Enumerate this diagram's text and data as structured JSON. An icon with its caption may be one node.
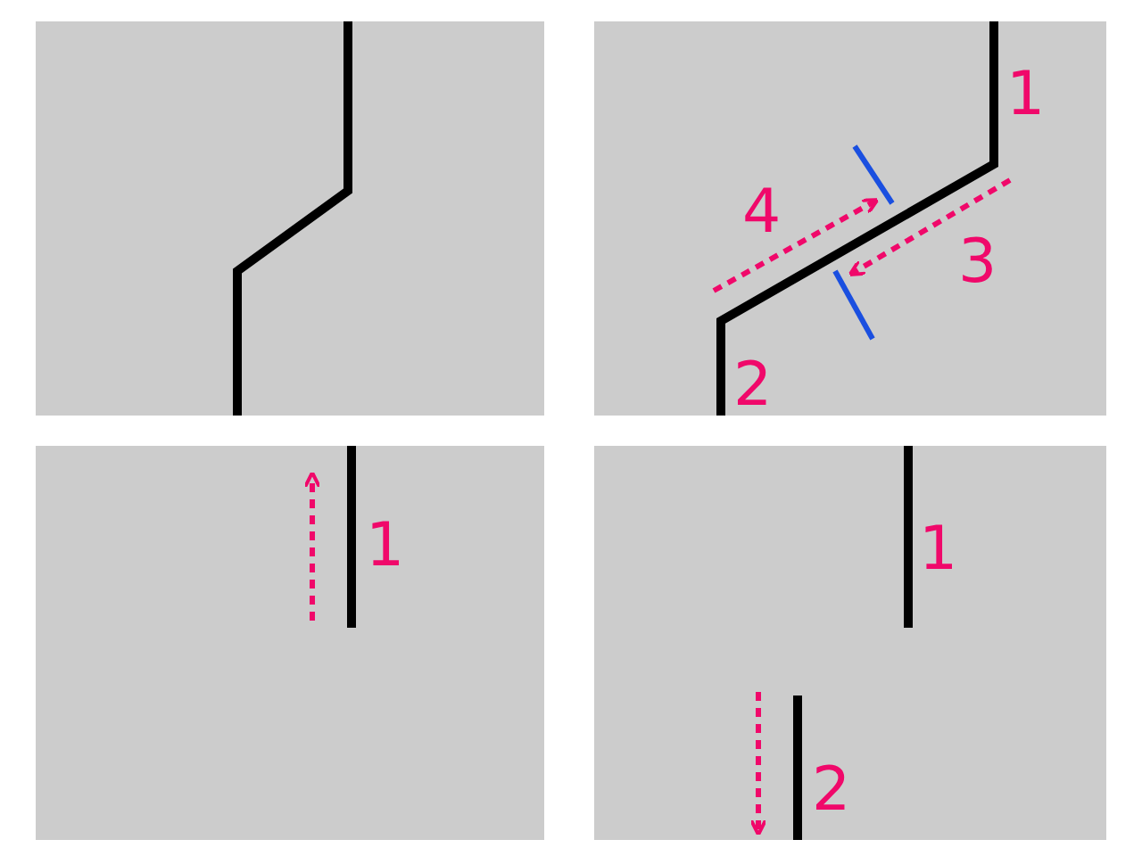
{
  "diagram": {
    "labels": [
      "1",
      "4",
      "3",
      "2",
      "1",
      "1",
      "2"
    ]
  }
}
